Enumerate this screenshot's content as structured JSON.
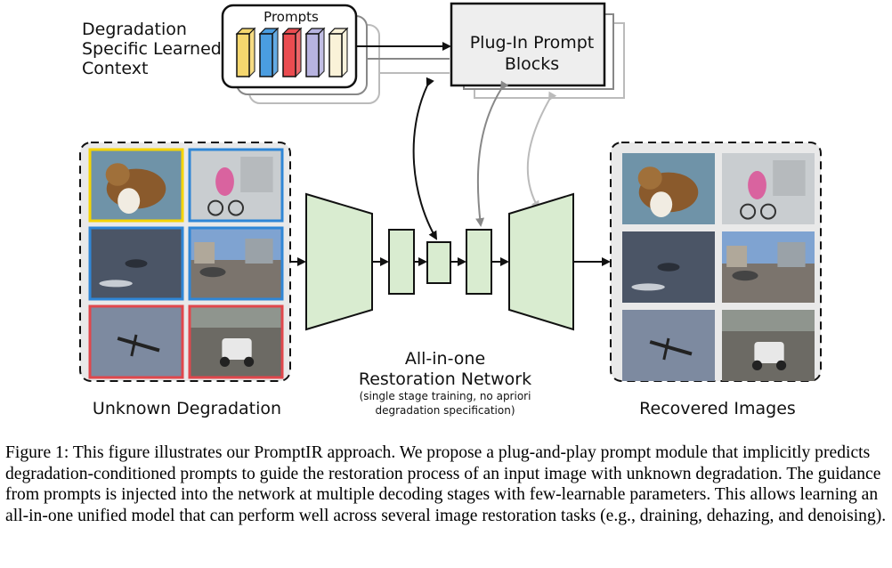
{
  "figure": {
    "context_label_lines": [
      "Degradation",
      "Specific Learned",
      "Context"
    ],
    "prompts_title": "Prompts",
    "prompt_colors": [
      "#f5d76e",
      "#4a9de0",
      "#ea4c50",
      "#b7b3e0",
      "#faf2d8"
    ],
    "plugin_label_lines": [
      "Plug-In Prompt",
      "Blocks"
    ],
    "network_title_lines": [
      "All-in-one",
      "Restoration Network"
    ],
    "network_subtitle_lines": [
      "(single stage training, no apriori",
      "degradation specification)"
    ],
    "unknown_label": "Unknown Degradation",
    "recovered_label": "Recovered Images",
    "degradation_frame_colors": [
      "#f5d400",
      "#2f86d6",
      "#2f86d6",
      "#2f86d6",
      "#e0474c",
      "#e0474c"
    ],
    "block_color": "#d9ecd0",
    "thumbnails": [
      "collie-rain",
      "cyclist-haze",
      "swimmer-rain",
      "street-haze",
      "plane-noise",
      "car-noise"
    ]
  },
  "caption": "Figure 1: This figure illustrates our PromptIR approach. We propose a plug-and-play prompt module that implicitly predicts degradation-conditioned prompts to guide the restoration process of an input image with unknown degradation. The guidance from prompts is injected into the network at multiple decoding stages with few-learnable parameters. This allows learning an all-in-one unified model that can perform well across several image restoration tasks (e.g., draining, dehazing, and denoising)."
}
